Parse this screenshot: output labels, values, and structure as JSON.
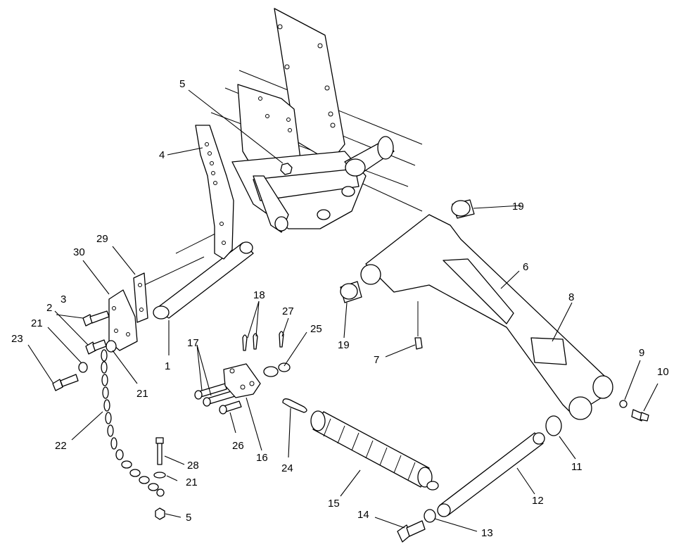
{
  "callouts": [
    {
      "id": "c1",
      "label": "1"
    },
    {
      "id": "c2",
      "label": "2"
    },
    {
      "id": "c3",
      "label": "3"
    },
    {
      "id": "c4",
      "label": "4"
    },
    {
      "id": "c5a",
      "label": "5"
    },
    {
      "id": "c5b",
      "label": "5"
    },
    {
      "id": "c6",
      "label": "6"
    },
    {
      "id": "c7",
      "label": "7"
    },
    {
      "id": "c8",
      "label": "8"
    },
    {
      "id": "c9",
      "label": "9"
    },
    {
      "id": "c10",
      "label": "10"
    },
    {
      "id": "c11",
      "label": "11"
    },
    {
      "id": "c12",
      "label": "12"
    },
    {
      "id": "c13",
      "label": "13"
    },
    {
      "id": "c14",
      "label": "14"
    },
    {
      "id": "c15",
      "label": "15"
    },
    {
      "id": "c16",
      "label": "16"
    },
    {
      "id": "c17",
      "label": "17"
    },
    {
      "id": "c18",
      "label": "18"
    },
    {
      "id": "c19a",
      "label": "19"
    },
    {
      "id": "c19b",
      "label": "19"
    },
    {
      "id": "c21a",
      "label": "21"
    },
    {
      "id": "c21b",
      "label": "21"
    },
    {
      "id": "c21c",
      "label": "21"
    },
    {
      "id": "c22",
      "label": "22"
    },
    {
      "id": "c23",
      "label": "23"
    },
    {
      "id": "c24",
      "label": "24"
    },
    {
      "id": "c25",
      "label": "25"
    },
    {
      "id": "c26",
      "label": "26"
    },
    {
      "id": "c27",
      "label": "27"
    },
    {
      "id": "c28",
      "label": "28"
    },
    {
      "id": "c29",
      "label": "29"
    },
    {
      "id": "c30",
      "label": "30"
    }
  ]
}
